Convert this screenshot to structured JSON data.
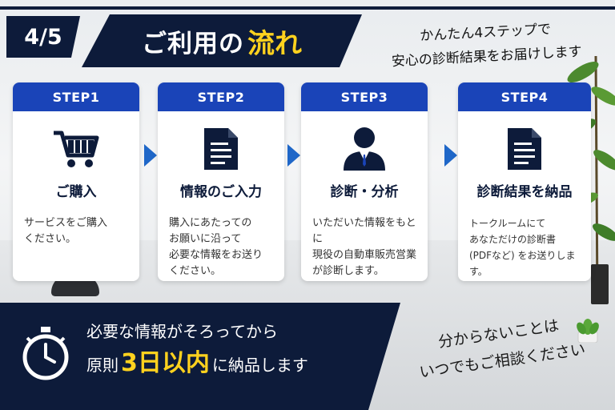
{
  "header": {
    "step_indicator": "4/5",
    "title_main": "ご利用の",
    "title_highlight": "流れ",
    "tagline_line1": "かんたん4ステップで",
    "tagline_line2": "安心の診断結果をお届けします"
  },
  "steps": [
    {
      "label": "STEP1",
      "icon": "cart-icon",
      "name": "ご購入",
      "desc": "サービスをご購入\nください。"
    },
    {
      "label": "STEP2",
      "icon": "document-icon",
      "name": "情報のご入力",
      "desc": "購入にあたっての\nお願いに沿って\n必要な情報をお送り\nください。"
    },
    {
      "label": "STEP3",
      "icon": "person-icon",
      "name": "診断・分析",
      "desc": "いただいた情報をもとに\n現役の自動車販売営業\nが診断します。"
    },
    {
      "label": "STEP4",
      "icon": "document-icon",
      "name": "診断結果を納品",
      "desc": "トークルームにて\nあなただけの診断書\n(PDFなど) をお送りします。"
    }
  ],
  "bottom": {
    "line1": "必要な情報がそろってから",
    "line2_pre": "原則",
    "line2_highlight": "3日以内",
    "line2_post": "に納品します",
    "note_line1": "分からないことは",
    "note_line2": "いつでもご相談ください"
  },
  "colors": {
    "navy": "#0d1b3a",
    "blue": "#1a44b8",
    "arrow": "#1f67c8",
    "yellow": "#ffd21e"
  }
}
